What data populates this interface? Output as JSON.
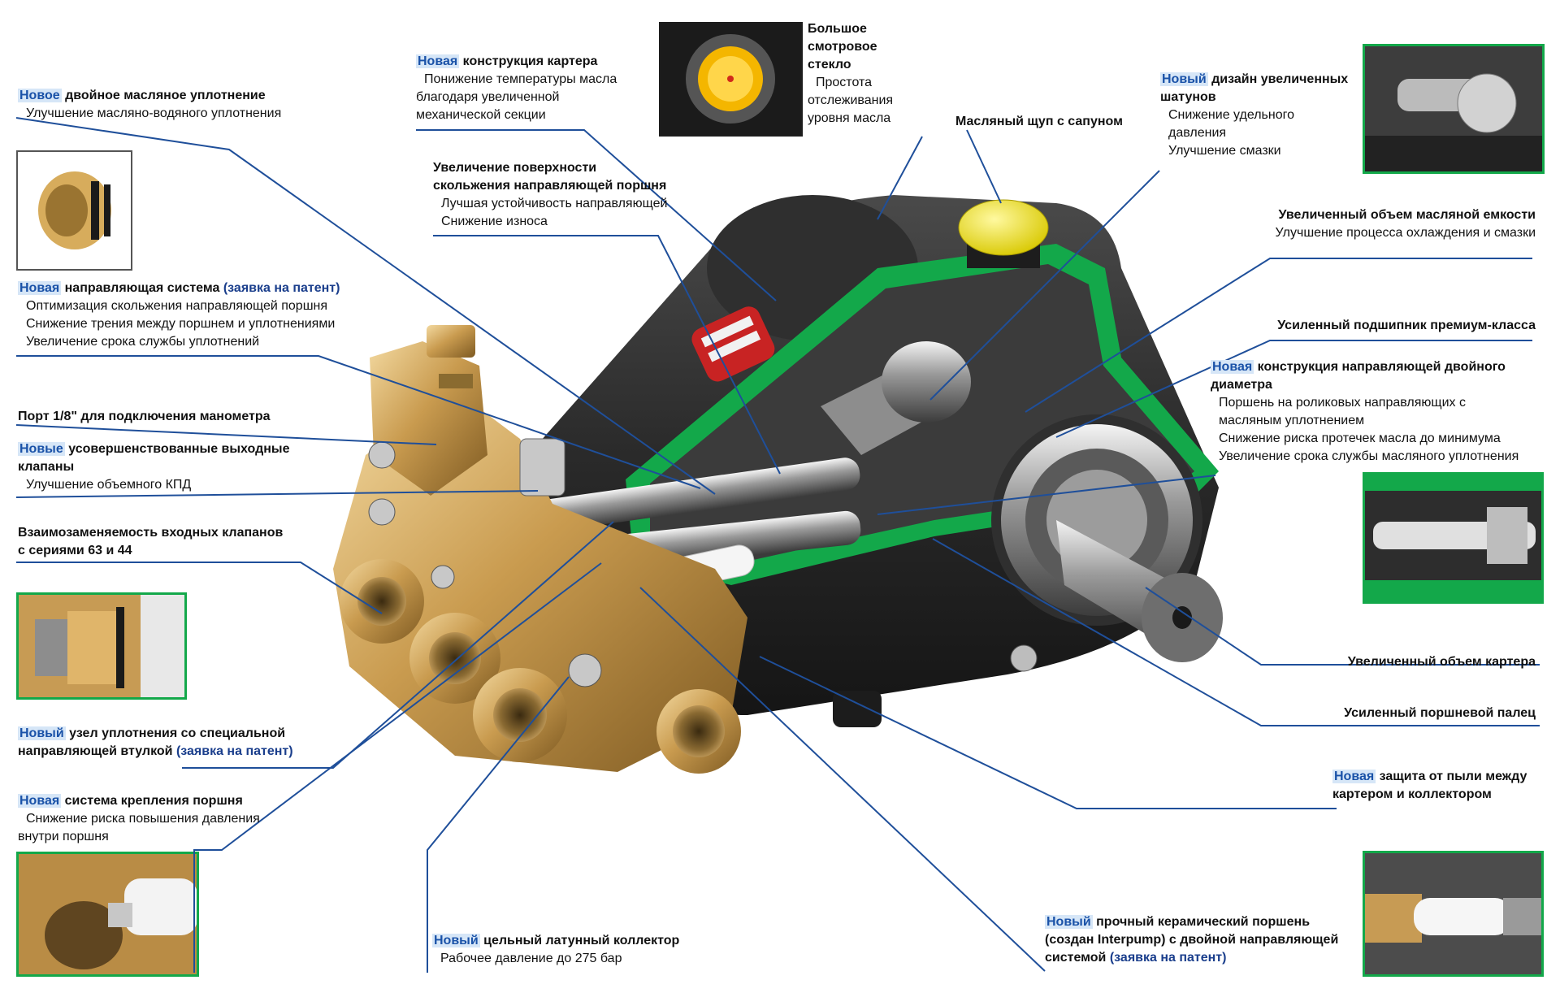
{
  "callouts": {
    "oil_seal": {
      "new": "Новое",
      "title": "двойное масляное уплотнение",
      "lines": [
        "Улучшение масляно-водяного уплотнения"
      ]
    },
    "housing": {
      "new": "Новая",
      "title": "конструкция картера",
      "lines": [
        "Понижение температуры масла",
        "благодаря увеличенной",
        "механической секции"
      ]
    },
    "sight_glass": {
      "title_lines": [
        "Большое",
        "смотровое",
        "стекло"
      ],
      "lines": [
        "Простота",
        "отслеживания",
        "уровня масла"
      ]
    },
    "dipstick": {
      "title": "Масляный щуп с сапуном"
    },
    "rods": {
      "new": "Новый",
      "title_lines": [
        "дизайн увеличенных",
        "шатунов"
      ],
      "lines": [
        "Снижение удельного",
        "давления",
        "Улучшение смазки"
      ]
    },
    "sliding": {
      "title_lines": [
        "Увеличение поверхности",
        "скольжения направляющей поршня"
      ],
      "lines": [
        "Лучшая устойчивость направляющей",
        "Снижение износа"
      ]
    },
    "guide_system": {
      "new": "Новая",
      "title": "направляющая система",
      "patent": "(заявка на патент)",
      "lines": [
        "Оптимизация скольжения направляющей поршня",
        "Снижение трения между поршнем и уплотнениями",
        "Увеличение срока службы уплотнений"
      ]
    },
    "oil_volume": {
      "title": "Увеличенный объем масляной емкости",
      "lines": [
        "Улучшение процесса охлаждения и смазки"
      ]
    },
    "bearing": {
      "title": "Усиленный подшипник премиум-класса"
    },
    "double_guide": {
      "new": "Новая",
      "title_lines": [
        "конструкция направляющей двойного",
        "диаметра"
      ],
      "lines": [
        "Поршень на роликовых направляющих с",
        "масляным уплотнением",
        "Снижение риска протечек масла до минимума",
        "Увеличение срока службы масляного уплотнения"
      ]
    },
    "gauge_port": {
      "title": "Порт 1/8\" для подключения манометра"
    },
    "outlet_valves": {
      "new": "Новые",
      "title_lines": [
        "усовершенствованные выходные",
        "клапаны"
      ],
      "lines": [
        "Улучшение объемного КПД"
      ]
    },
    "inlet_valves": {
      "title_lines": [
        "Взаимозаменяемость входных клапанов",
        "с сериями 63 и 44"
      ]
    },
    "seal_unit": {
      "new": "Новый",
      "title_lines": [
        "узел уплотнения со специальной",
        "направляющей втулкой"
      ],
      "patent": "(заявка на патент)"
    },
    "crankcase": {
      "title": "Увеличенный объем картера"
    },
    "piston_pin": {
      "title": "Усиленный поршневой палец"
    },
    "dust": {
      "new": "Новая",
      "title_lines": [
        "защита от пыли между",
        "картером и коллектором"
      ]
    },
    "fixing": {
      "new": "Новая",
      "title": "система крепления поршня",
      "lines": [
        "Снижение риска повышения давления",
        "внутри поршня"
      ]
    },
    "manifold": {
      "new": "Новый",
      "title": "цельный латунный коллектор",
      "lines": [
        "Рабочее давление до 275 бар"
      ]
    },
    "ceramic": {
      "new": "Новый",
      "title_lines": [
        "прочный керамический поршень",
        "(создан Interpump) с двойной направляющей",
        "системой"
      ],
      "patent": "(заявка на патент)"
    }
  },
  "colors": {
    "leader": "#1f4f9a",
    "highlight_bg": "#d6e6f7",
    "highlight_text": "#1a52a8",
    "green_cutaway": "#13a84a",
    "brass": "#c9a05a",
    "body": "#2a2a2a"
  }
}
